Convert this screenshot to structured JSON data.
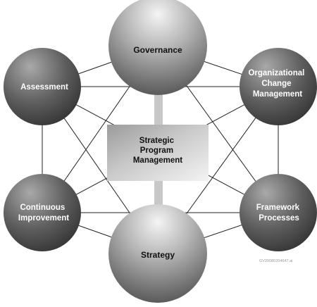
{
  "diagram": {
    "center": {
      "lines": [
        "Strategic",
        "Program",
        "Management"
      ]
    },
    "nodes": [
      {
        "id": "governance",
        "lines": [
          "Governance"
        ]
      },
      {
        "id": "assessment",
        "lines": [
          "Assessment"
        ]
      },
      {
        "id": "ocm",
        "lines": [
          "Organizational",
          "Change",
          "Management"
        ]
      },
      {
        "id": "continuous",
        "lines": [
          "Continuous",
          "Improvement"
        ]
      },
      {
        "id": "framework",
        "lines": [
          "Framework",
          "Processes"
        ]
      },
      {
        "id": "strategy",
        "lines": [
          "Strategy"
        ]
      }
    ],
    "watermark": "GV20080204647.ai",
    "colors": {
      "sphere_light": "#f2f2f2",
      "sphere_mid": "#a8a8a8",
      "sphere_dark": "#4a4a4a",
      "connector_line": "#222222",
      "center_bar": "#c8c8c8"
    }
  }
}
